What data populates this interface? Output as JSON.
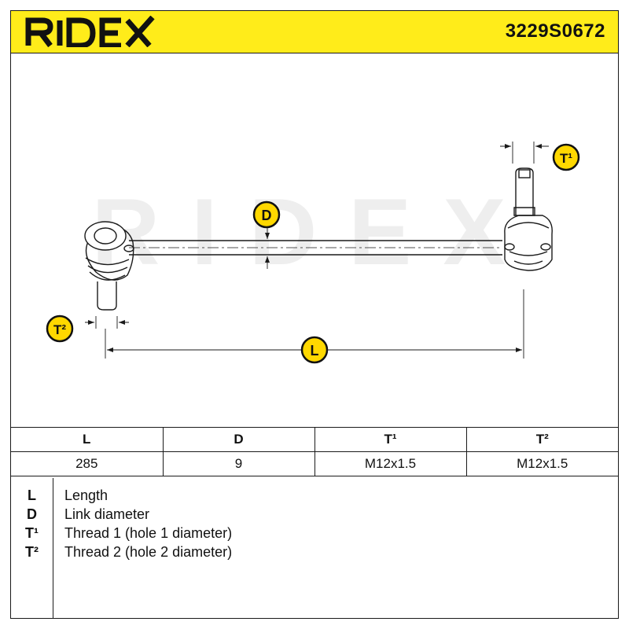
{
  "header": {
    "brand": "RIDEX",
    "part_number": "3229S0672",
    "background": "#ffec1a"
  },
  "drawing": {
    "watermark": "RIDEX",
    "callouts": {
      "length": "L",
      "diameter": "D",
      "thread1": "T¹",
      "thread2": "T²"
    },
    "callout_color": "#ffd800"
  },
  "spec_table": {
    "headers": [
      "L",
      "D",
      "T¹",
      "T²"
    ],
    "values": [
      "285",
      "9",
      "M12x1.5",
      "M12x1.5"
    ]
  },
  "legend": [
    {
      "symbol": "L",
      "description": "Length"
    },
    {
      "symbol": "D",
      "description": "Link diameter"
    },
    {
      "symbol": "T¹",
      "description": "Thread 1 (hole 1 diameter)"
    },
    {
      "symbol": "T²",
      "description": "Thread 2 (hole 2 diameter)"
    }
  ]
}
